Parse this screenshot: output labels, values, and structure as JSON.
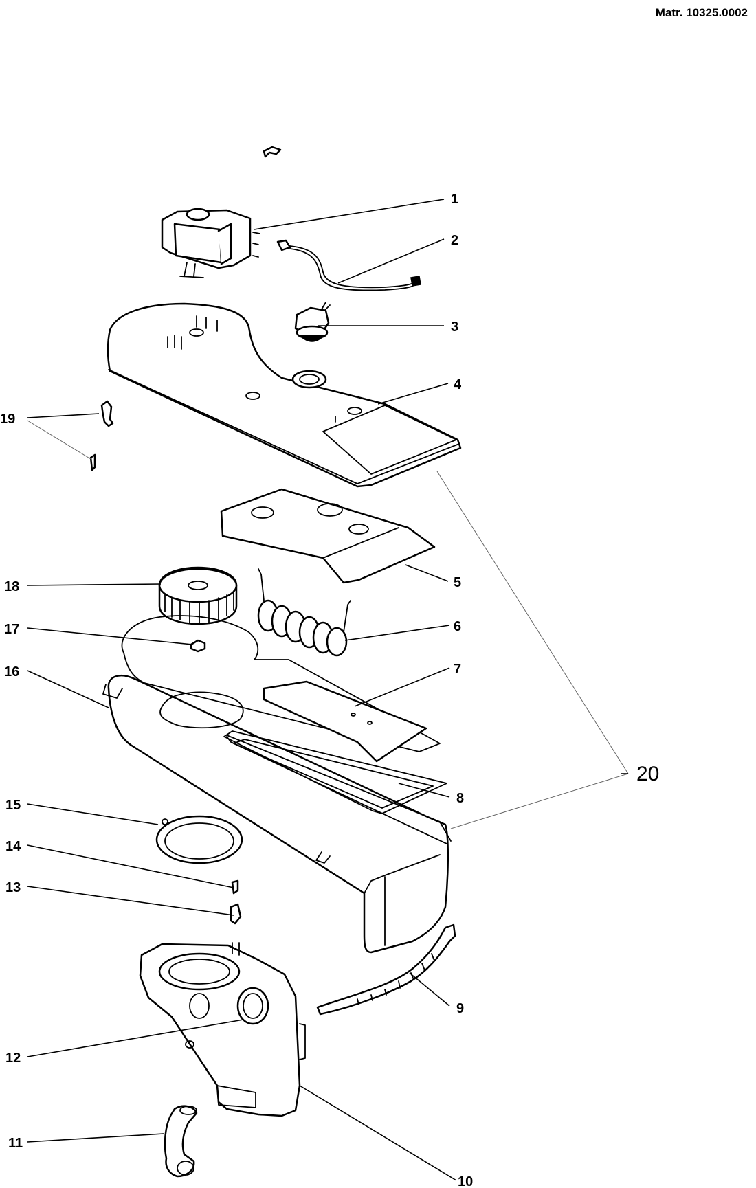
{
  "document": {
    "material_number": "Matr. 10325.0002"
  },
  "callouts": [
    {
      "id": "1",
      "label": "1"
    },
    {
      "id": "2",
      "label": "2"
    },
    {
      "id": "3",
      "label": "3"
    },
    {
      "id": "4",
      "label": "4"
    },
    {
      "id": "5",
      "label": "5"
    },
    {
      "id": "6",
      "label": "6"
    },
    {
      "id": "7",
      "label": "7"
    },
    {
      "id": "8",
      "label": "8"
    },
    {
      "id": "9",
      "label": "9"
    },
    {
      "id": "10",
      "label": "10"
    },
    {
      "id": "11",
      "label": "11"
    },
    {
      "id": "12",
      "label": "12"
    },
    {
      "id": "13",
      "label": "13"
    },
    {
      "id": "14",
      "label": "14"
    },
    {
      "id": "15",
      "label": "15"
    },
    {
      "id": "16",
      "label": "16"
    },
    {
      "id": "17",
      "label": "17"
    },
    {
      "id": "18",
      "label": "18"
    },
    {
      "id": "19",
      "label": "19"
    },
    {
      "id": "20",
      "label": "20"
    }
  ]
}
